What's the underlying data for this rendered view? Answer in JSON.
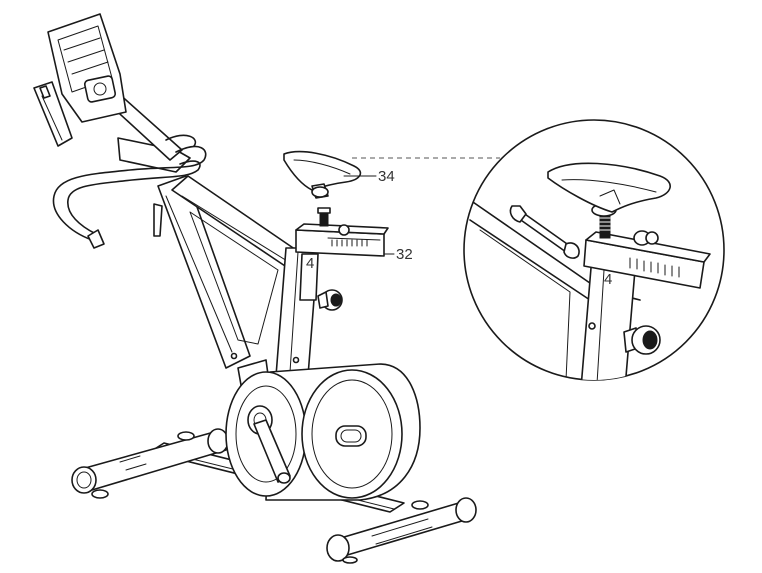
{
  "diagram": {
    "callouts": [
      {
        "id": "34",
        "label": "34",
        "part": "saddle"
      },
      {
        "id": "32",
        "label": "32",
        "part": "seat-slider"
      }
    ],
    "marker_label": "4",
    "detail_marker_label": "4"
  }
}
